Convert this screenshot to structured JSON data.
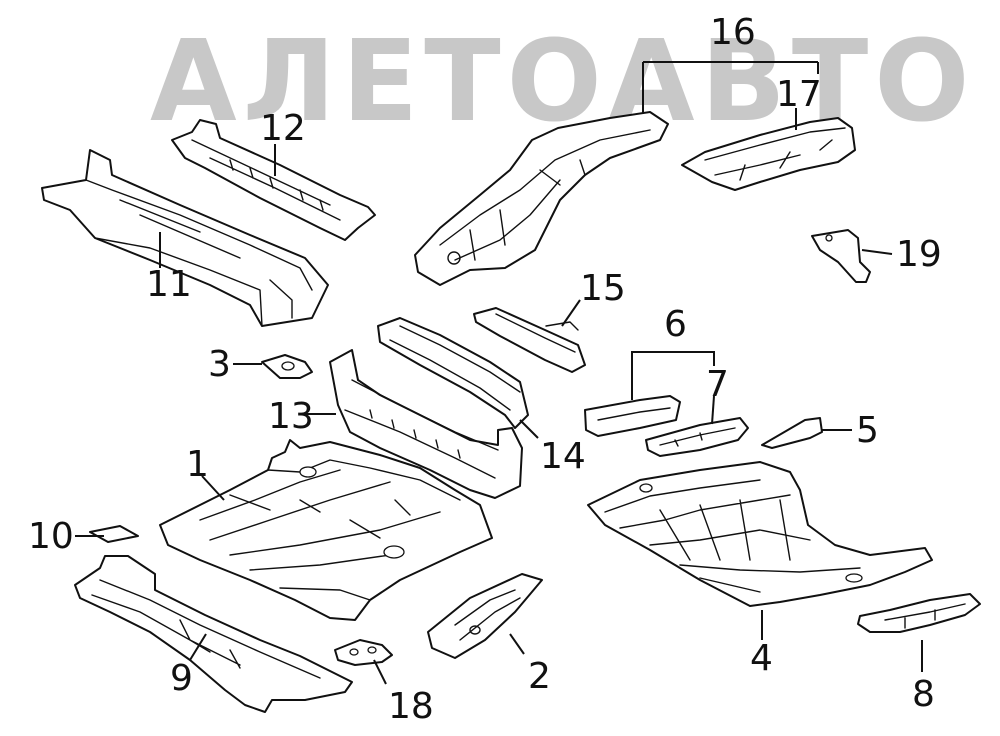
{
  "watermark": {
    "text": "АЛЕТОАВТО",
    "color": "#c8c8c8"
  },
  "callouts": {
    "c1": "1",
    "c2": "2",
    "c3": "3",
    "c4": "4",
    "c5": "5",
    "c6": "6",
    "c7": "7",
    "c8": "8",
    "c9": "9",
    "c10": "10",
    "c11": "11",
    "c12": "12",
    "c13": "13",
    "c14": "14",
    "c15": "15",
    "c16": "16",
    "c17": "17",
    "c18": "18",
    "c19": "19"
  },
  "line_color": "#111111",
  "background": "#ffffff"
}
